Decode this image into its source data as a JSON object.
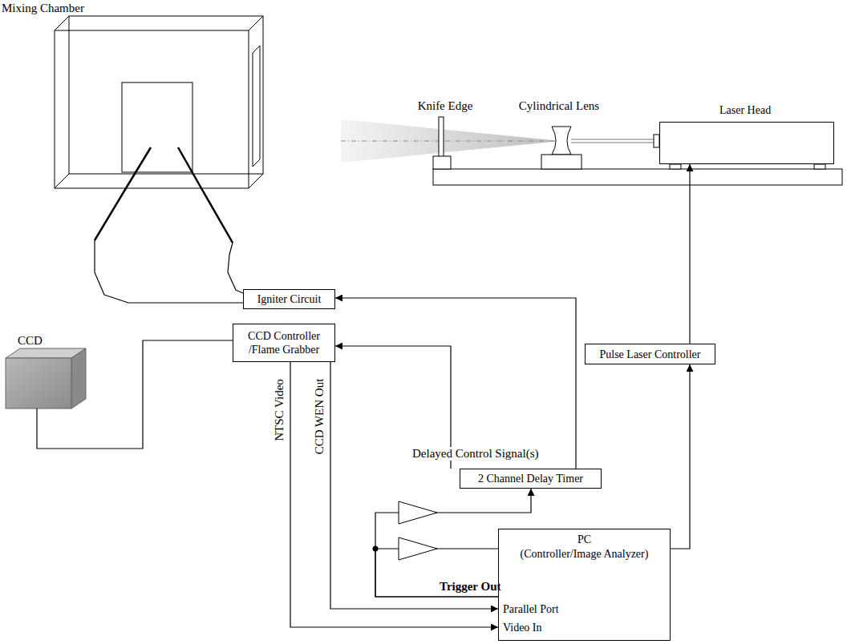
{
  "diagram": {
    "nodes": [
      {
        "text": [
          "Mixing Chamber"
        ]
      },
      {
        "text": [
          "Laser Head"
        ]
      },
      {
        "text": [
          "CCD"
        ]
      },
      {
        "text": [
          "Igniter Circuit"
        ]
      },
      {
        "text": [
          "Pulse Laser Controller"
        ]
      },
      {
        "text": [
          "CCD Controller /Flame Grabber"
        ]
      },
      {
        "text": [
          "2 Channel Delay Timer"
        ]
      },
      {
        "text": [
          "PC",
          "(Controller/Image Analyzer)",
          "Parallel Port",
          "Video In"
        ]
      }
    ],
    "edges": [
      {
        "from": 3,
        "to": 0,
        "arrow": "none"
      },
      {
        "from": 3,
        "to": 0,
        "arrow": "none"
      },
      {
        "from": 4,
        "to": 1,
        "arrow": "to"
      },
      {
        "from": 2,
        "to": 5,
        "arrow": "none"
      },
      {
        "from": 6,
        "to": 3,
        "arrow": "to"
      },
      {
        "from": 6,
        "to": 5,
        "arrow": "to"
      },
      {
        "from": 5,
        "to": 7,
        "arrow": "to"
      },
      {
        "from": 5,
        "to": 7,
        "arrow": "to"
      },
      {
        "from": 7,
        "to": 6,
        "arrow": "to"
      },
      {
        "from": 7,
        "to": 4,
        "arrow": "to"
      }
    ],
    "labels": [
      "Knife Edge",
      "Cylindrical Lens",
      "Delayed Control Signal(s)",
      "NTSC Video",
      "CCD WEN Out",
      "Trigger Out"
    ]
  }
}
